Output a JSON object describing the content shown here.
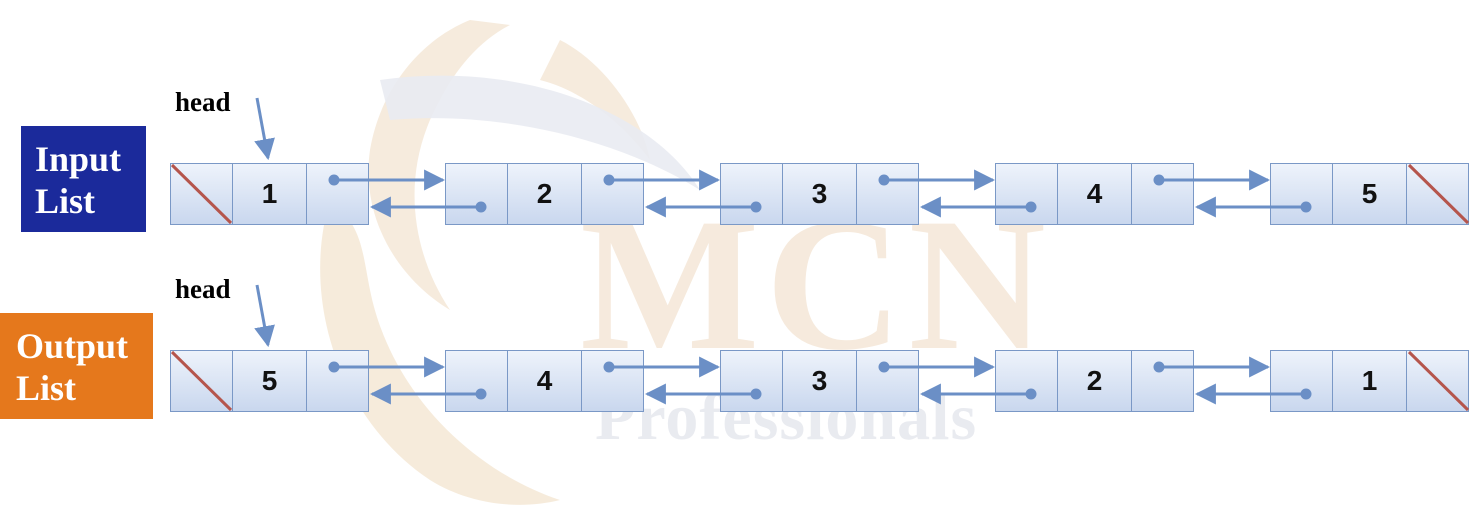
{
  "labels": {
    "input_line1": "Input",
    "input_line2": "List",
    "output_line1": "Output",
    "output_line2": "List"
  },
  "head_label": "head",
  "input_list": [
    1,
    2,
    3,
    4,
    5
  ],
  "output_list": [
    5,
    4,
    3,
    2,
    1
  ],
  "watermark": {
    "main": "MCN",
    "sub": "Professionals"
  },
  "colors": {
    "input_label_bg": "#1b2a9b",
    "output_label_bg": "#e5781c",
    "node_border": "#7a98c6",
    "arrow": "#6b8fc6",
    "null_slash": "#b5554c"
  }
}
